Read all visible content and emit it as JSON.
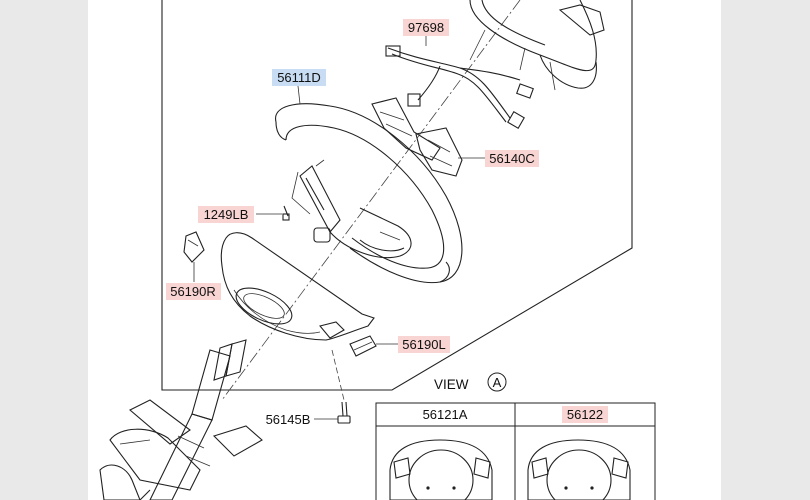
{
  "diagram": {
    "callouts": {
      "airbag_connector": "97698",
      "steering_wheel": "56111D",
      "remote_switch": "56140C",
      "screw": "1249LB",
      "cover_right": "56190R",
      "cover_left": "56190L",
      "bolt": "56145B"
    },
    "view": {
      "title": "VIEW",
      "marker": "A",
      "columns": [
        "56121A",
        "56122"
      ]
    },
    "colors": {
      "red_highlight": "#f8d4d2",
      "blue_highlight": "#c8dcf4",
      "line": "#222222"
    }
  }
}
